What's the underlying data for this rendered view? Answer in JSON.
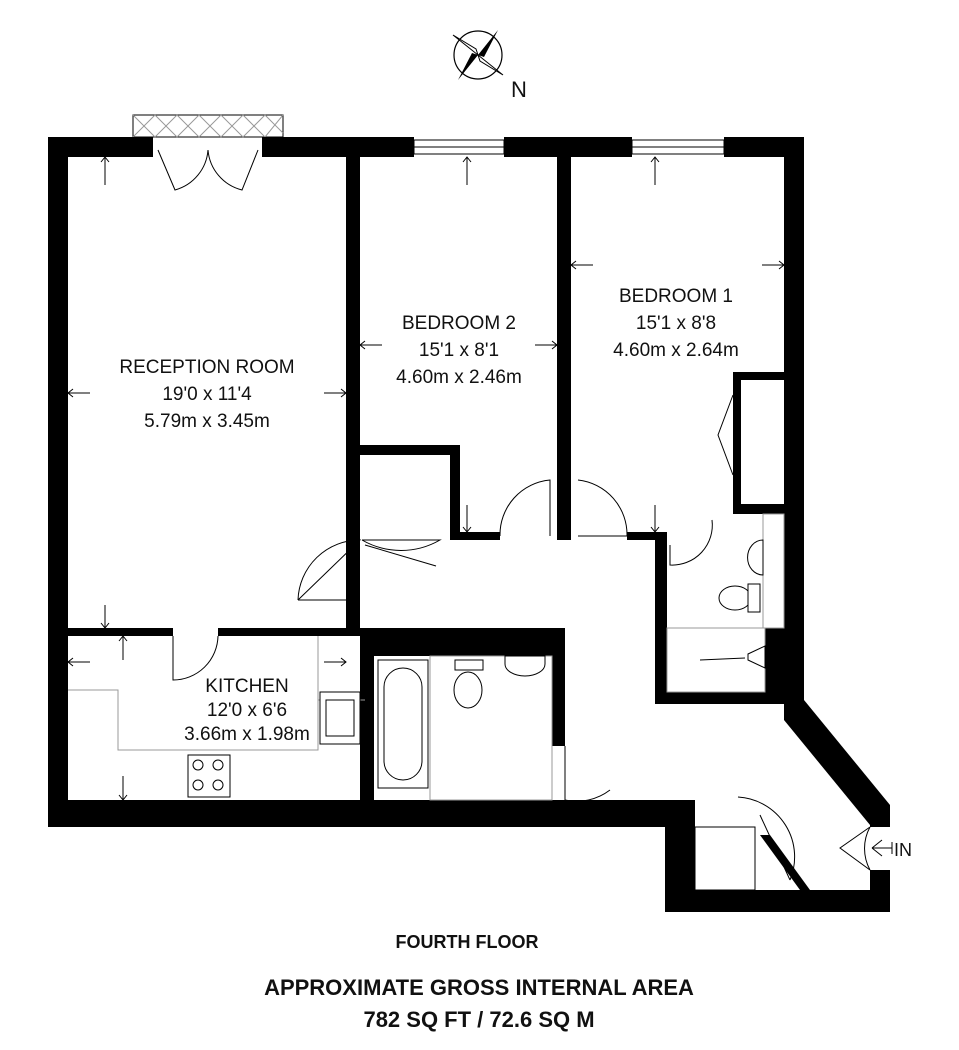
{
  "compass": {
    "north_label": "N"
  },
  "rooms": {
    "reception": {
      "name": "RECEPTION ROOM",
      "imperial": "19'0 x 11'4",
      "metric": "5.79m x 3.45m"
    },
    "bedroom2": {
      "name": "BEDROOM 2",
      "imperial": "15'1 x 8'1",
      "metric": "4.60m x 2.46m"
    },
    "bedroom1": {
      "name": "BEDROOM 1",
      "imperial": "15'1 x 8'8",
      "metric": "4.60m x 2.64m"
    },
    "kitchen": {
      "name": "KITCHEN",
      "imperial": "12'0 x 6'6",
      "metric": "3.66m x 1.98m"
    }
  },
  "entrance": {
    "label": "IN"
  },
  "footer": {
    "floor": "FOURTH FLOOR",
    "area_title": "APPROXIMATE GROSS INTERNAL AREA",
    "area_value": "782 SQ FT / 72.6 SQ M"
  }
}
